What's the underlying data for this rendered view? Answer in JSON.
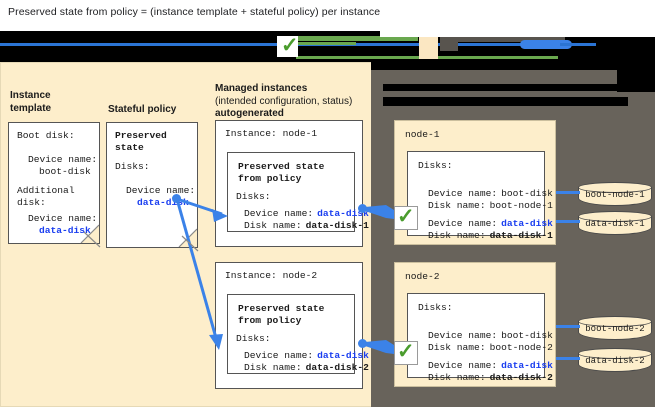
{
  "caption": "Preserved state from policy = (instance template + stateful policy) per instance",
  "columns": {
    "instance_template": "Instance\ntemplate",
    "stateful_policy": "Stateful policy",
    "managed_instances_line1": "Managed instances",
    "managed_instances_line2": "(intended configuration, status)",
    "managed_instances_line3": "autogenerated"
  },
  "instance_template_box": {
    "boot_disk_label": "Boot disk:",
    "boot_device_name_label": "Device name:",
    "boot_device_name_value": "boot-disk",
    "additional_disk_label": "Additional\ndisk:",
    "additional_device_name_label": "Device name:",
    "additional_device_name_value": "data-disk"
  },
  "stateful_policy_box": {
    "title": "Preserved\nstate",
    "disks_label": "Disks:",
    "device_name_label": "Device name:",
    "device_name_value": "data-disk"
  },
  "managed_instances": [
    {
      "instance_label": "Instance: node-1",
      "preserved_title": "Preserved state\nfrom policy",
      "disks_label": "Disks:",
      "device_name_label": "Device name:",
      "device_name_value": "data-disk",
      "disk_name_label": "Disk name:",
      "disk_name_value": "data-disk-1"
    },
    {
      "instance_label": "Instance: node-2",
      "preserved_title": "Preserved state\nfrom policy",
      "disks_label": "Disks:",
      "device_name_label": "Device name:",
      "device_name_value": "data-disk",
      "disk_name_label": "Disk name:",
      "disk_name_value": "data-disk-2"
    }
  ],
  "nodes": [
    {
      "name": "node-1",
      "disks_label": "Disks:",
      "boot_device_name_label": "Device name:",
      "boot_device_name_value": "boot-disk",
      "boot_disk_name_label": "Disk name:",
      "boot_disk_name_value": "boot-node-1",
      "data_device_name_label": "Device name:",
      "data_device_name_value": "data-disk",
      "data_disk_name_label": "Disk name:",
      "data_disk_name_value": "data-disk-1",
      "status_icon": "green-check-icon"
    },
    {
      "name": "node-2",
      "disks_label": "Disks:",
      "boot_device_name_label": "Device name:",
      "boot_device_name_value": "boot-disk",
      "boot_disk_name_label": "Disk name:",
      "boot_disk_name_value": "boot-node-2",
      "data_device_name_label": "Device name:",
      "data_device_name_value": "data-disk",
      "data_disk_name_label": "Disk name:",
      "data_disk_name_value": "data-disk-2",
      "status_icon": "green-check-icon"
    }
  ],
  "disks": [
    {
      "label": "boot-node-1"
    },
    {
      "label": "data-disk-1"
    },
    {
      "label": "boot-node-2"
    },
    {
      "label": "data-disk-2"
    }
  ],
  "colors": {
    "cream_panel": "#fdeecb",
    "gray_panel": "#68635b",
    "link_blue": "#1a3ef0",
    "connector_blue": "#3b82e8",
    "check_green": "#4a9c2d",
    "redaction_black": "#000000"
  }
}
